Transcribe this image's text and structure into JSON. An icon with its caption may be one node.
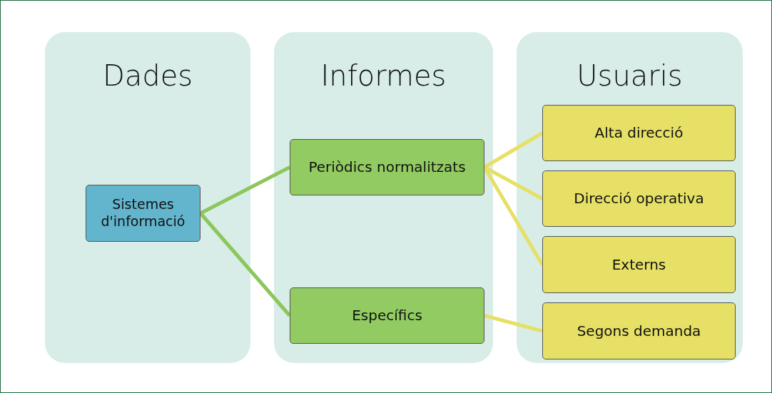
{
  "diagram": {
    "nodes": [
      {
        "text": [
          "Dades"
        ]
      },
      {
        "text": [
          "Informes"
        ]
      },
      {
        "text": [
          "Usuaris"
        ]
      },
      {
        "text": [
          "Sistemes d'informació"
        ],
        "in": 0
      },
      {
        "text": [
          "Periòdics normalitzats"
        ],
        "in": 1
      },
      {
        "text": [
          "Específics"
        ],
        "in": 1
      },
      {
        "text": [
          "Alta direcció"
        ],
        "in": 2
      },
      {
        "text": [
          "Direcció operativa"
        ],
        "in": 2
      },
      {
        "text": [
          "Externs"
        ],
        "in": 2
      },
      {
        "text": [
          "Segons demanda"
        ],
        "in": 2
      }
    ],
    "edges": [
      {
        "from": 3,
        "to": 4,
        "arrow": "none",
        "color": "#8cc65c"
      },
      {
        "from": 3,
        "to": 5,
        "arrow": "none",
        "color": "#8cc65c"
      },
      {
        "from": 4,
        "to": 6,
        "arrow": "none"
      },
      {
        "from": 4,
        "to": 7,
        "arrow": "none"
      },
      {
        "from": 4,
        "to": 8,
        "arrow": "none"
      },
      {
        "from": 5,
        "to": 9,
        "arrow": "none"
      }
    ]
  }
}
